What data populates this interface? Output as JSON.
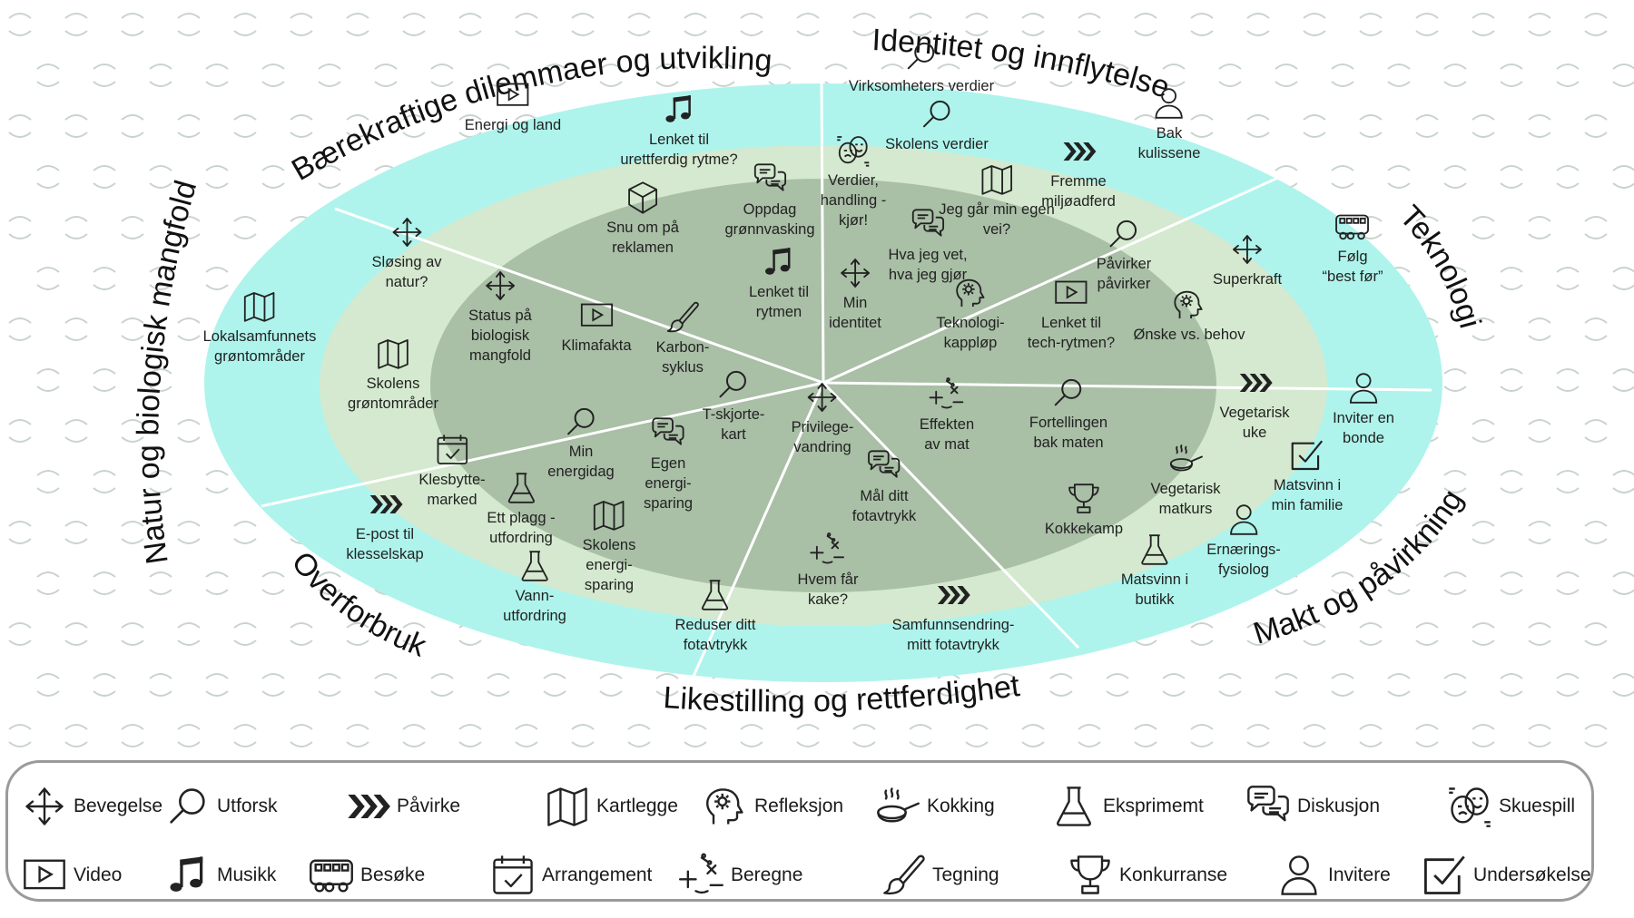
{
  "colors": {
    "outer_ring": "#aef4ec",
    "middle_ring": "#d4e9cf",
    "inner_ring": "#a9bfa6",
    "pattern": "#c9d3ce",
    "divider": "#ffffff"
  },
  "categories": {
    "barekraft": "Bærekraftige dilemmaer og utvikling",
    "identitet": "Identitet og innflytelse",
    "teknologi": "Teknologi",
    "makt": "Makt og påvirkning",
    "likestilling": "Likestilling og rettferdighet",
    "overforbruk": "Overforbruk",
    "natur": "Natur og biologisk mangfold"
  },
  "items": [
    {
      "label": "Energi og land",
      "icon": "video-icon"
    },
    {
      "label": "Lenket til\nurettferdig rytme?",
      "icon": "music-icon"
    },
    {
      "label": "Snu om på\nreklamen",
      "icon": "cube-icon"
    },
    {
      "label": "Oppdag\ngrønnvasking",
      "icon": "discussion-icon"
    },
    {
      "label": "Lenket til\nrytmen",
      "icon": "music-icon"
    },
    {
      "label": "Virksomheters verdier",
      "icon": "magnifier-icon"
    },
    {
      "label": "Skolens verdier",
      "icon": "magnifier-icon"
    },
    {
      "label": "Bak\nkulissene",
      "icon": "person-icon"
    },
    {
      "label": "Fremme\nmiljøadferd",
      "icon": "chevrons-icon"
    },
    {
      "label": "Verdier,\nhandling -\nkjør!",
      "icon": "masks-icon"
    },
    {
      "label": "Jeg går min egen\nvei?",
      "icon": "map-icon"
    },
    {
      "label": "Hva jeg vet,\nhva jeg gjør",
      "icon": "discussion-icon"
    },
    {
      "label": "Min\nidentitet",
      "icon": "move-icon"
    },
    {
      "label": "Påvirker\npåvirker",
      "icon": "magnifier-icon"
    },
    {
      "label": "Superkraft",
      "icon": "move-icon"
    },
    {
      "label": "Følg\n“best før”",
      "icon": "bus-icon"
    },
    {
      "label": "Teknologi-\nkappløp",
      "icon": "gear-head-icon"
    },
    {
      "label": "Lenket til\ntech-rytmen?",
      "icon": "video-icon"
    },
    {
      "label": "Ønske vs. behov",
      "icon": "gear-head-icon"
    },
    {
      "label": "Vegetarisk\nuke",
      "icon": "chevrons-icon"
    },
    {
      "label": "Inviter en\nbonde",
      "icon": "person-icon"
    },
    {
      "label": "Matsvinn i\nmin familie",
      "icon": "checkbox-icon"
    },
    {
      "label": "Vegetarisk\nmatkurs",
      "icon": "pan-icon"
    },
    {
      "label": "Ernærings-\nfysiolog",
      "icon": "person-icon"
    },
    {
      "label": "Matsvinn i\nbutikk",
      "icon": "flask-icon"
    },
    {
      "label": "Kokkekamp",
      "icon": "trophy-icon"
    },
    {
      "label": "Effekten\nav mat",
      "icon": "calculate-icon"
    },
    {
      "label": "Fortellingen\nbak maten",
      "icon": "magnifier-icon"
    },
    {
      "label": "Privilege-\nvandring",
      "icon": "move-icon"
    },
    {
      "label": "Mål ditt\nfotavtrykk",
      "icon": "discussion-icon"
    },
    {
      "label": "Hvem får\nkake?",
      "icon": "calculate-icon"
    },
    {
      "label": "Samfunnsendring-\nmitt fotavtrykk",
      "icon": "chevrons-icon"
    },
    {
      "label": "Reduser ditt\nfotavtrykk",
      "icon": "flask-icon"
    },
    {
      "label": "T-skjorte-\nkart",
      "icon": "magnifier-icon"
    },
    {
      "label": "Min\nenergidag",
      "icon": "magnifier-icon"
    },
    {
      "label": "Egen\nenergi-\nsparing",
      "icon": "discussion-icon"
    },
    {
      "label": "Klesbytte-\nmarked",
      "icon": "calendar-icon"
    },
    {
      "label": "Ett plagg -\nutfordring",
      "icon": "flask-icon"
    },
    {
      "label": "Skolens\nenergi-\nsparing",
      "icon": "map-icon"
    },
    {
      "label": "E-post til\nklesselskap",
      "icon": "chevrons-icon"
    },
    {
      "label": "Vann-\nutfordring",
      "icon": "flask-icon"
    },
    {
      "label": "Sløsing av\nnatur?",
      "icon": "move-icon"
    },
    {
      "label": "Lokalsamfunnets\ngrøntområder",
      "icon": "map-icon"
    },
    {
      "label": "Skolens\ngrøntområder",
      "icon": "map-icon"
    },
    {
      "label": "Status på\nbiologisk\nmangfold",
      "icon": "move-icon"
    },
    {
      "label": "Klimafakta",
      "icon": "video-icon"
    },
    {
      "label": "Karbon-\nsyklus",
      "icon": "brush-icon"
    }
  ],
  "legend": [
    {
      "label": "Bevegelse",
      "icon": "move-icon"
    },
    {
      "label": "Utforsk",
      "icon": "magnifier-icon"
    },
    {
      "label": "Påvirke",
      "icon": "chevrons-icon"
    },
    {
      "label": "Kartlegge",
      "icon": "map-icon"
    },
    {
      "label": "Refleksjon",
      "icon": "gear-head-icon"
    },
    {
      "label": "Kokking",
      "icon": "pan-icon"
    },
    {
      "label": "Eksprimemt",
      "icon": "flask-icon"
    },
    {
      "label": "Diskusjon",
      "icon": "discussion-icon"
    },
    {
      "label": "Skuespill",
      "icon": "masks-icon"
    },
    {
      "label": "Video",
      "icon": "video-icon"
    },
    {
      "label": "Musikk",
      "icon": "music-icon"
    },
    {
      "label": "Besøke",
      "icon": "bus-icon"
    },
    {
      "label": "Arrangement",
      "icon": "calendar-icon"
    },
    {
      "label": "Beregne",
      "icon": "calculate-icon"
    },
    {
      "label": "Tegning",
      "icon": "brush-icon"
    },
    {
      "label": "Konkurranse",
      "icon": "trophy-icon"
    },
    {
      "label": "Invitere",
      "icon": "person-icon"
    },
    {
      "label": "Undersøkelse",
      "icon": "checkbox-icon"
    }
  ]
}
